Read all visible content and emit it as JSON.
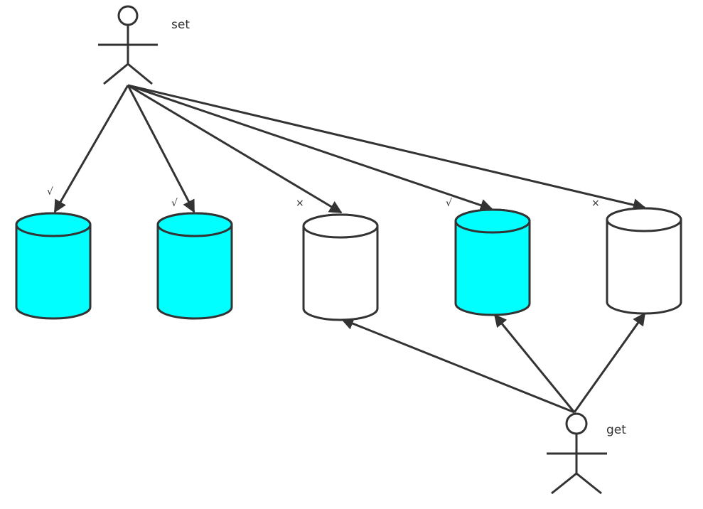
{
  "diagram": {
    "colors": {
      "stroke": "#333333",
      "success_fill": "#00ffff",
      "fail_fill": "#ffffff",
      "background": "#ffffff"
    },
    "actors": [
      {
        "id": "setter",
        "label": "set"
      },
      {
        "id": "getter",
        "label": "get"
      }
    ],
    "nodes": [
      {
        "id": "node1",
        "status": "success",
        "mark": "√"
      },
      {
        "id": "node2",
        "status": "success",
        "mark": "√"
      },
      {
        "id": "node3",
        "status": "fail",
        "mark": "×"
      },
      {
        "id": "node4",
        "status": "success",
        "mark": "√"
      },
      {
        "id": "node5",
        "status": "fail",
        "mark": "×"
      }
    ],
    "edges": [
      {
        "from": "setter",
        "to": "node1"
      },
      {
        "from": "setter",
        "to": "node2"
      },
      {
        "from": "setter",
        "to": "node3"
      },
      {
        "from": "setter",
        "to": "node4"
      },
      {
        "from": "setter",
        "to": "node5"
      },
      {
        "from": "getter",
        "to": "node3"
      },
      {
        "from": "getter",
        "to": "node4"
      },
      {
        "from": "getter",
        "to": "node5"
      }
    ]
  }
}
